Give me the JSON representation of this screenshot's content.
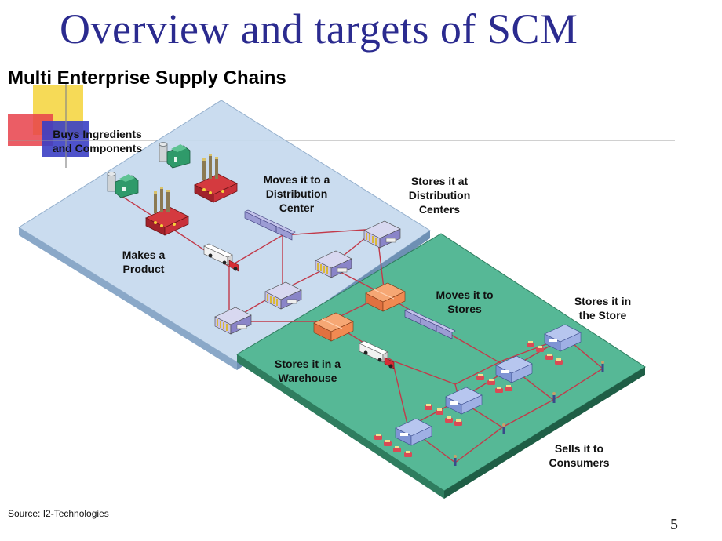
{
  "slide": {
    "title": "Overview and targets of SCM",
    "subtitle": "Multi Enterprise Supply Chains",
    "source": "Source: I2-Technologies",
    "page_number": "5"
  },
  "labels": {
    "buys": "Buys Ingredients and Components",
    "makes": "Makes a Product",
    "moves_dc": "Moves it to a Distribution Center",
    "stores_dc": "Stores it at Distribution Centers",
    "moves_stores": "Moves it to Stores",
    "stores_warehouse": "Stores it in a Warehouse",
    "stores_store": "Stores it in the Store",
    "sells": "Sells it to Consumers"
  },
  "colors": {
    "title": "#2b2b8f",
    "manufacturing_plane": "#c6daee",
    "retail_plane": "#56b896",
    "network_line": "#c23a4a",
    "factory": "#b5262e",
    "distribution_center": "#8a84c8",
    "warehouse": "#f08a52",
    "store": "#8ea2dc",
    "deco_yellow": "#f4d33a",
    "deco_red": "#e8414a",
    "deco_blue": "#3b3fc4"
  },
  "icons": [
    "silo-icon",
    "factory-icon",
    "truck-icon",
    "train-icon",
    "distribution-center-icon",
    "warehouse-icon",
    "store-icon",
    "car-icon",
    "person-icon"
  ]
}
